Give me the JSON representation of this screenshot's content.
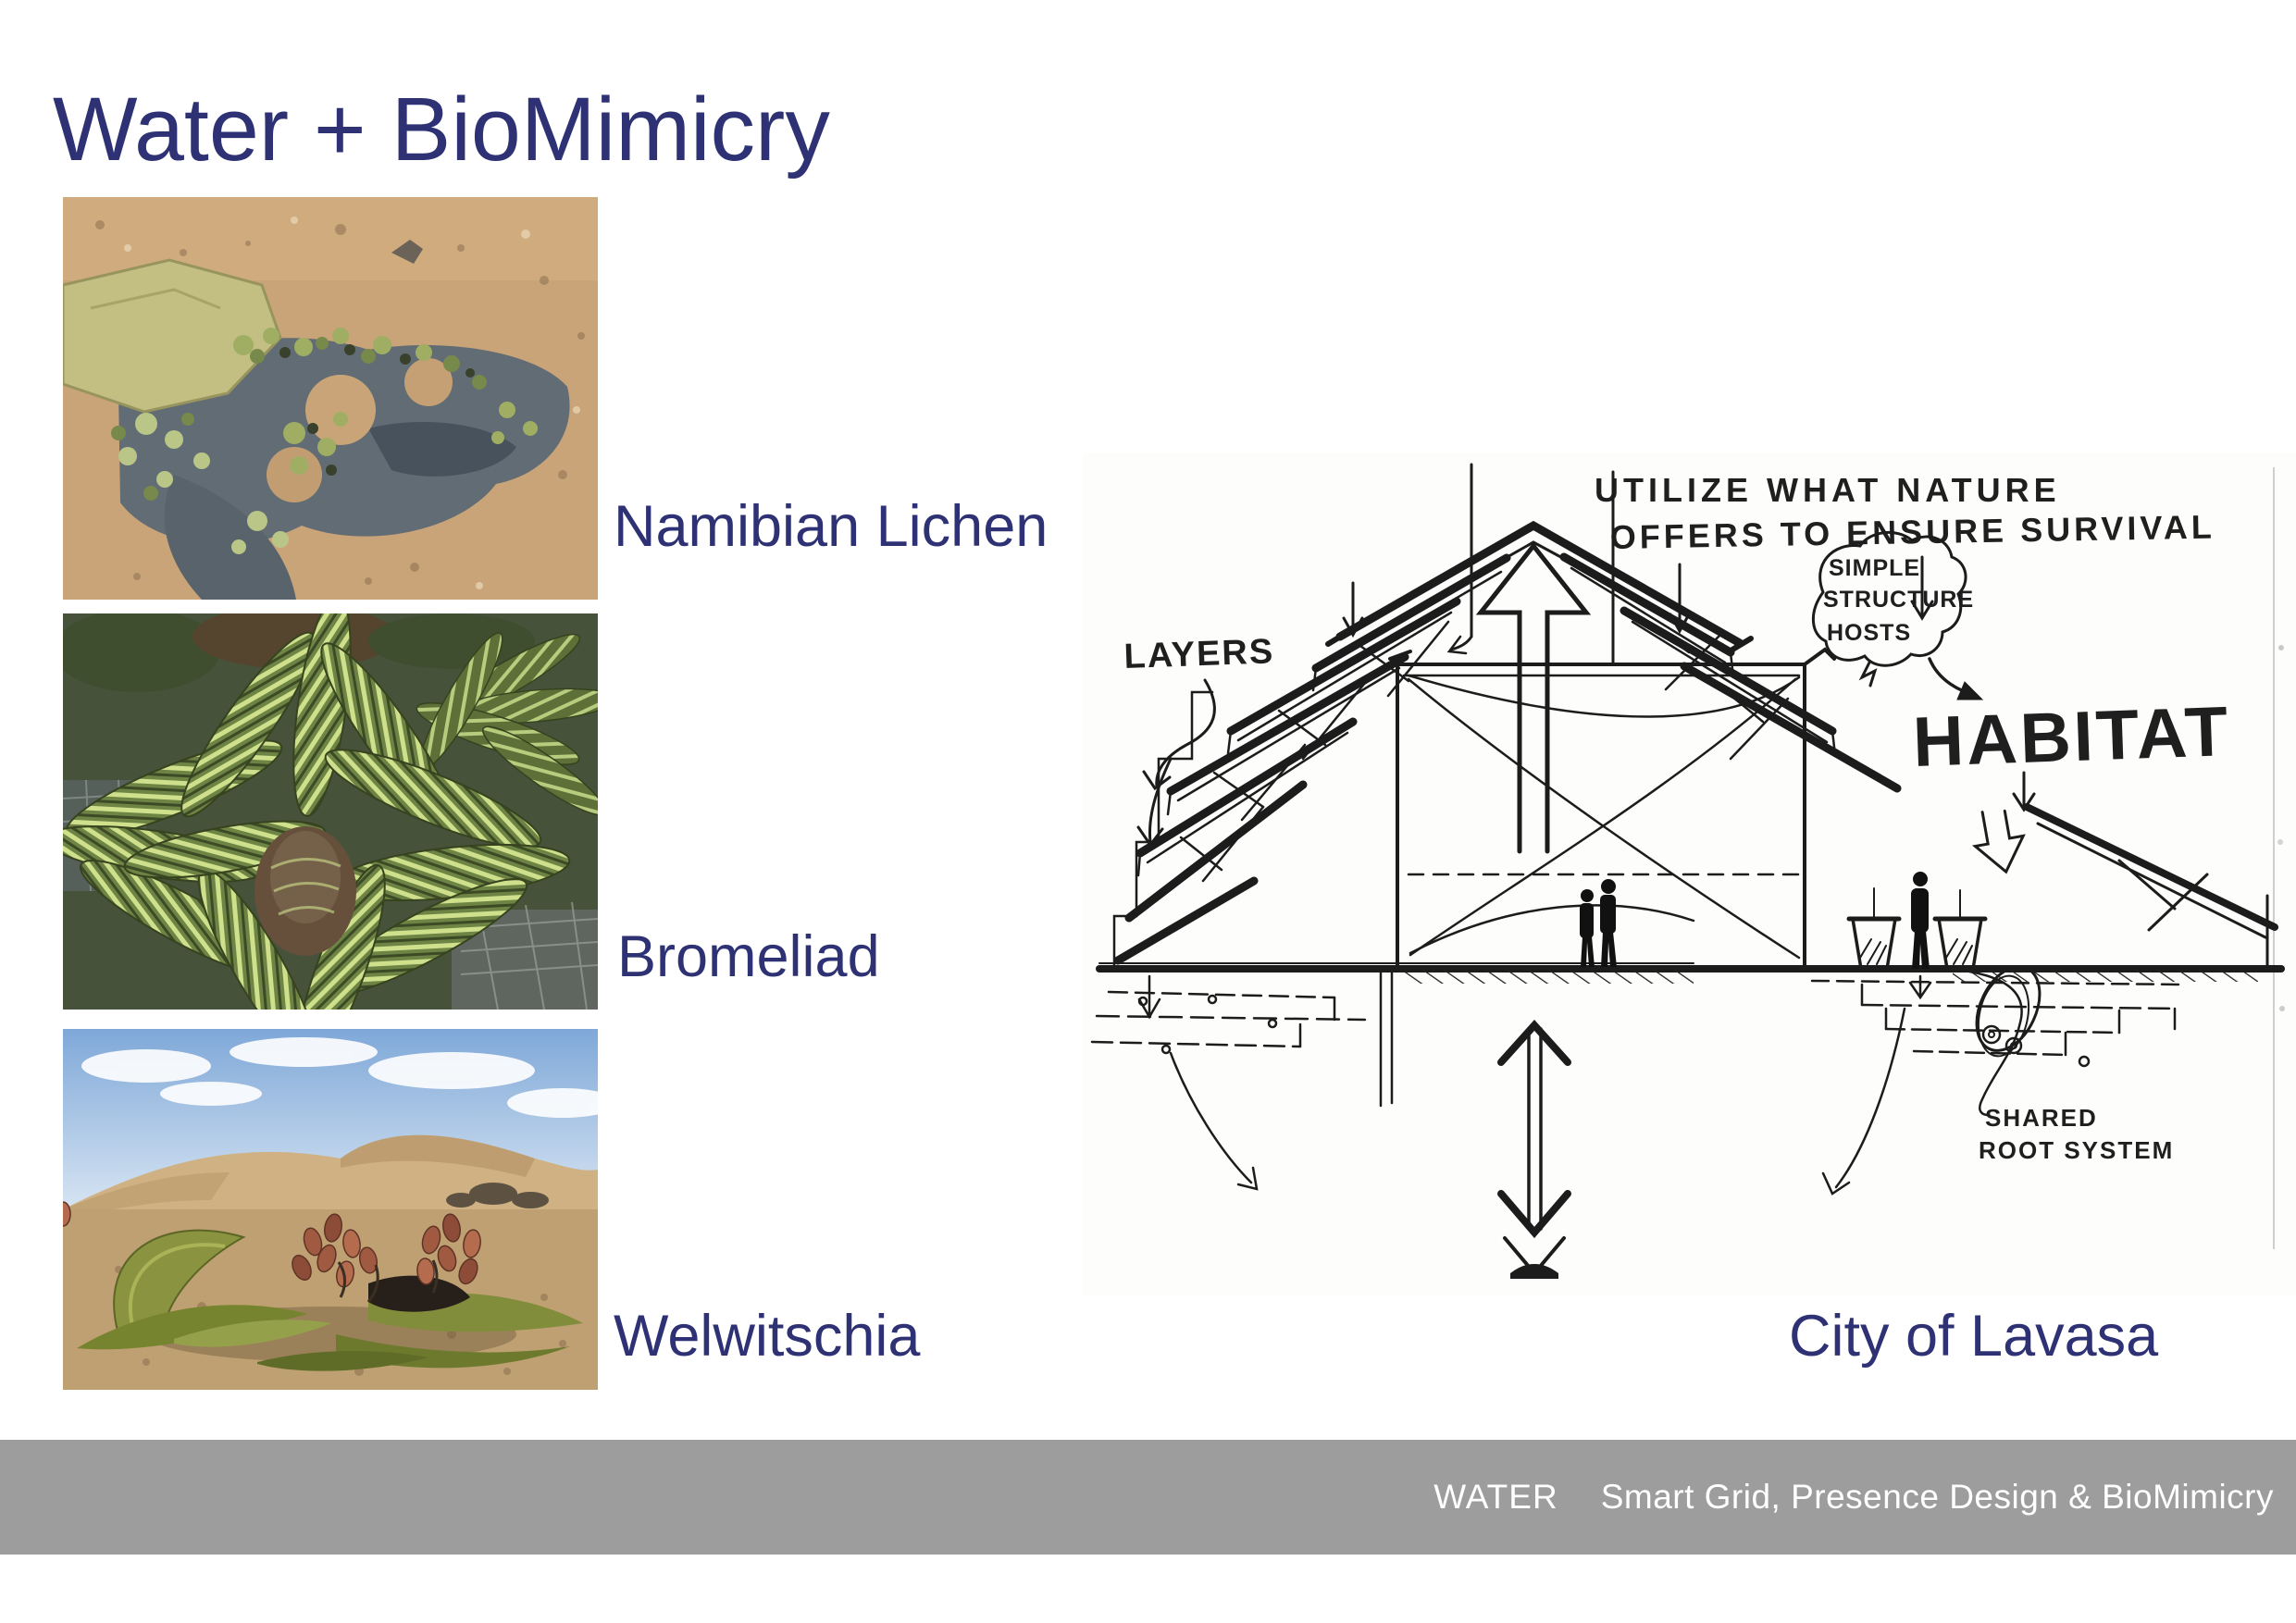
{
  "slide": {
    "title": "Water + BioMimicry",
    "background_color": "#ffffff",
    "accent_color": "#2e3274"
  },
  "photos": [
    {
      "label": "Namibian Lichen"
    },
    {
      "label": "Bromeliad"
    },
    {
      "label": "Welwitschia"
    }
  ],
  "sketch": {
    "caption": "City of Lavasa",
    "ink_color": "#1c1c1c",
    "annotations": {
      "top_line1": "UTILIZE WHAT NATURE",
      "top_line2": "OFFERS TO ENSURE SURVIVAL",
      "layers": "LAYERS",
      "cloud_line1": "SIMPLE",
      "cloud_line2": "STRUCTURE",
      "cloud_line3": "HOSTS",
      "habitat": "HABITAT",
      "root_line1": "SHARED",
      "root_line2": "ROOT SYSTEM"
    }
  },
  "footer": {
    "section": "WATER",
    "subtitle": "Smart Grid, Presence Design & BioMimicry",
    "background_color": "#9d9d9d",
    "text_color": "#ffffff"
  }
}
